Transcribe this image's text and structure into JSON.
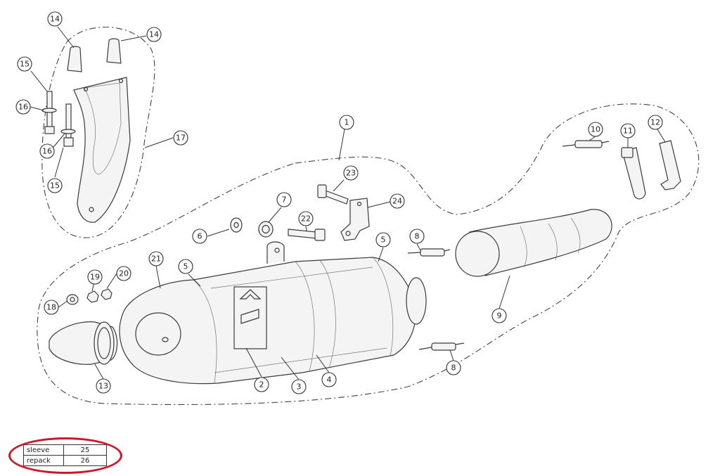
{
  "callouts": [
    {
      "label": "1"
    },
    {
      "label": "2"
    },
    {
      "label": "3"
    },
    {
      "label": "4"
    },
    {
      "label": "5"
    },
    {
      "label": "5"
    },
    {
      "label": "6"
    },
    {
      "label": "7"
    },
    {
      "label": "8"
    },
    {
      "label": "8"
    },
    {
      "label": "9"
    },
    {
      "label": "10"
    },
    {
      "label": "11"
    },
    {
      "label": "12"
    },
    {
      "label": "13"
    },
    {
      "label": "14"
    },
    {
      "label": "14"
    },
    {
      "label": "15"
    },
    {
      "label": "15"
    },
    {
      "label": "16"
    },
    {
      "label": "16"
    },
    {
      "label": "17"
    },
    {
      "label": "18"
    },
    {
      "label": "19"
    },
    {
      "label": "20"
    },
    {
      "label": "21"
    },
    {
      "label": "22"
    },
    {
      "label": "23"
    },
    {
      "label": "24"
    }
  ],
  "table": {
    "rows": [
      {
        "name": "sleeve",
        "number": "25"
      },
      {
        "name": "repack",
        "number": "26"
      }
    ]
  },
  "colors": {
    "highlight": "#d0162b",
    "line": "#3a3a3a"
  }
}
